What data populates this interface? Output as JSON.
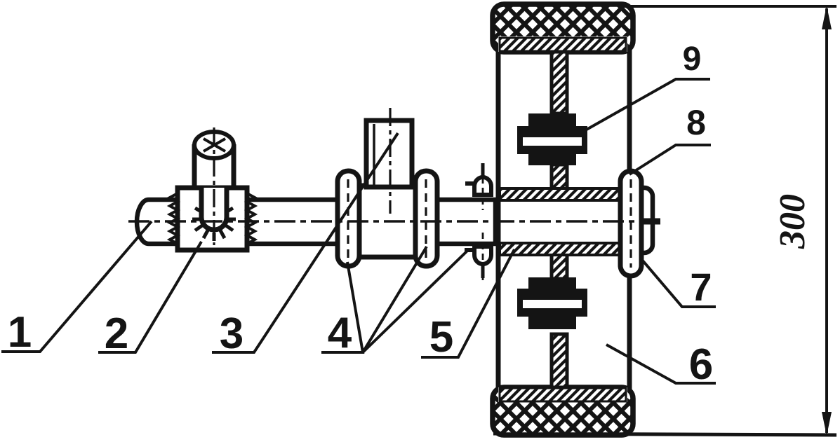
{
  "drawing": {
    "callouts": [
      {
        "label": "1"
      },
      {
        "label": "2"
      },
      {
        "label": "3"
      },
      {
        "label": "4"
      },
      {
        "label": "5"
      },
      {
        "label": "6"
      },
      {
        "label": "7"
      },
      {
        "label": "8"
      },
      {
        "label": "9"
      }
    ],
    "dimension_label": "300",
    "colors": {
      "ink": "#141414",
      "paper": "#ffffff"
    }
  }
}
